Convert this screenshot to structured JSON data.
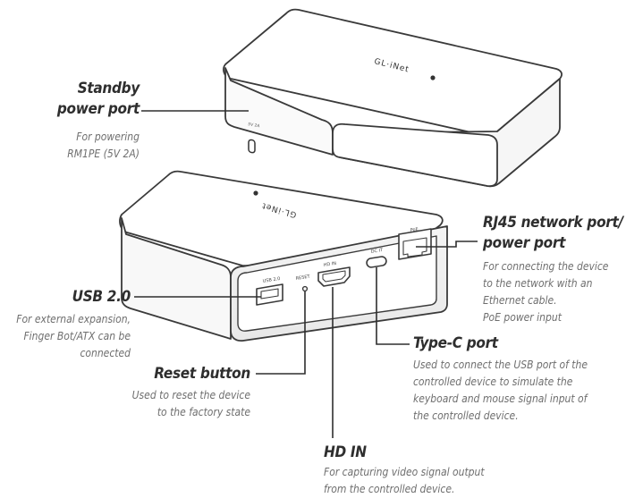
{
  "device_top": {
    "brand": "GL·iNet",
    "port_label": "5V 2A"
  },
  "device_bottom": {
    "brand": "GL·iNet",
    "usb_label": "USB 2.0",
    "reset_label": "RESET",
    "hdmi_label": "HD IN",
    "typec_label": "DC IT",
    "rj45_label": "PoE"
  },
  "callouts": {
    "standby": {
      "title": [
        "Standby",
        "power port"
      ],
      "desc": [
        "For powering",
        "RM1PE (5V 2A)"
      ]
    },
    "usb": {
      "title": [
        "USB 2.0"
      ],
      "desc": [
        "For external expansion,",
        "Finger Bot/ATX can be",
        "connected"
      ]
    },
    "reset": {
      "title": [
        "Reset button"
      ],
      "desc": [
        "Used to reset the device",
        "to the factory state"
      ]
    },
    "hdin": {
      "title": [
        "HD IN"
      ],
      "desc": [
        "For capturing video signal output",
        "from the controlled device."
      ]
    },
    "rj45": {
      "title": [
        "RJ45 network port/",
        "power port"
      ],
      "desc": [
        "For connecting the device",
        "to the network with an",
        "Ethernet cable.",
        "PoE power input"
      ]
    },
    "typec": {
      "title": [
        "Type-C port"
      ],
      "desc": [
        "Used to connect the USB port of the",
        "controlled device to simulate the",
        "keyboard and mouse signal input of",
        "the controlled device."
      ]
    }
  }
}
